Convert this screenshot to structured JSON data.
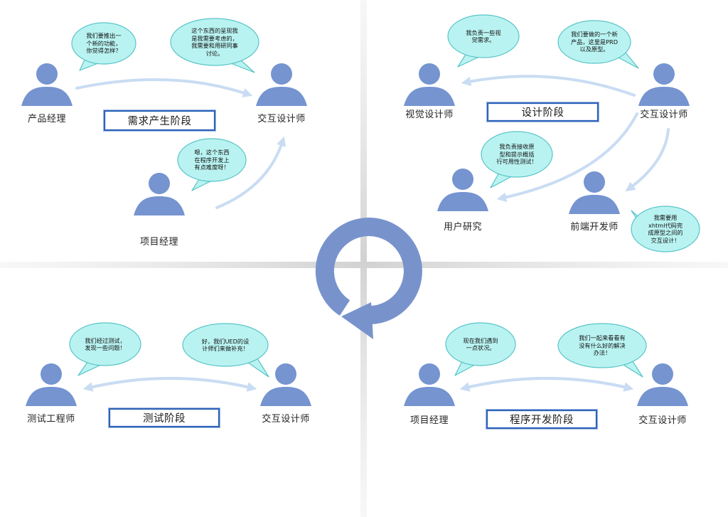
{
  "colors": {
    "person": "#7594d0",
    "arrow": "#c9dcf3",
    "bubble_fill": "#b9f3f1",
    "bubble_stroke": "#59c4c8",
    "box_border": "#2f63b8",
    "cycle": "#7893cc"
  },
  "quadrants": [
    {
      "stage": "需求产生阶段",
      "people": [
        "产品经理",
        "交互设计师",
        "项目经理"
      ],
      "bubbles": [
        [
          "我们要推出一",
          "个新的功能，",
          "你觉得怎样？"
        ],
        [
          "这个东西的呈现我",
          "是我需要考虑的，",
          "我需要和用研同事",
          "讨论。"
        ],
        [
          "嗯，这个东西",
          "在程序开发上",
          "有点难度呀！"
        ]
      ]
    },
    {
      "stage": "设计阶段",
      "people": [
        "视觉设计师",
        "交互设计师",
        "用户研究",
        "前端开发师"
      ],
      "bubbles": [
        [
          "我负责一些视",
          "觉需求。"
        ],
        [
          "我们要做的一个新",
          "产品，这里是PRD",
          "以及原型。"
        ],
        [
          "我负责接收原",
          "型和提示概括",
          "行可用性测试！"
        ],
        [
          "我需要用",
          "xhtml代码完",
          "成原型之间的",
          "交互设计！"
        ]
      ]
    },
    {
      "stage": "测试阶段",
      "people": [
        "测试工程师",
        "交互设计师"
      ],
      "bubbles": [
        [
          "我们经过测试，",
          "发现一些问题！"
        ],
        [
          "好，我们UED的设",
          "计师们来做补充！"
        ]
      ]
    },
    {
      "stage": "程序开发阶段",
      "people": [
        "项目经理",
        "交互设计师"
      ],
      "bubbles": [
        [
          "现在我们遇到",
          "一点状况。"
        ],
        [
          "我们一起来看看有",
          "没有什么好的解决",
          "办法！"
        ]
      ]
    }
  ]
}
